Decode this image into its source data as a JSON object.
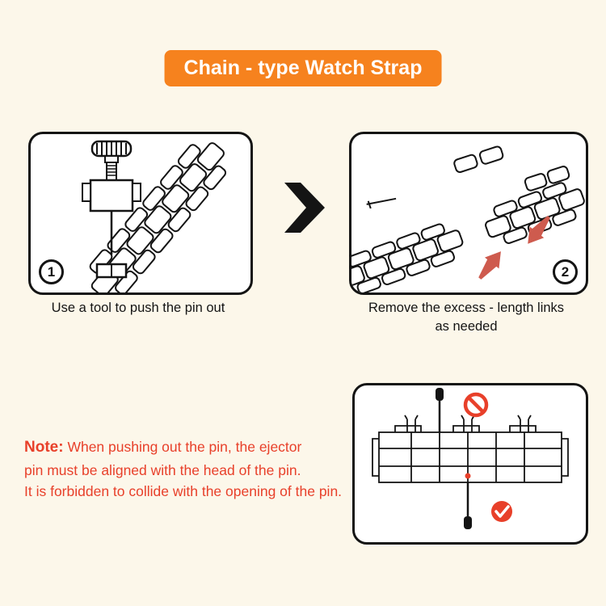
{
  "title": "Chain - type Watch Strap",
  "colors": {
    "background": "#FCF7EA",
    "title_banner": "#F6821E",
    "title_text": "#FFFFFF",
    "note_text": "#E8402A",
    "arrow_red": "#CE5B4E",
    "outline": "#141414"
  },
  "steps": [
    {
      "number": "1",
      "caption": "Use a tool to push the pin out",
      "illustration": "pin-pusher-tool"
    },
    {
      "number": "2",
      "caption_line1": "Remove the excess - length links",
      "caption_line2": "as needed",
      "illustration": "separated-links"
    }
  ],
  "between_panels_icon": "chevron-right",
  "note": {
    "label": "Note:",
    "line1": "When pushing out the pin, the ejector",
    "line2": "pin must be aligned with the head of the pin.",
    "line3": "It is forbidden to collide with the opening of the pin."
  },
  "detail_panel": {
    "illustration": "pin-alignment-diagram",
    "wrong_icon": "prohibition",
    "correct_icon": "checkmark"
  }
}
